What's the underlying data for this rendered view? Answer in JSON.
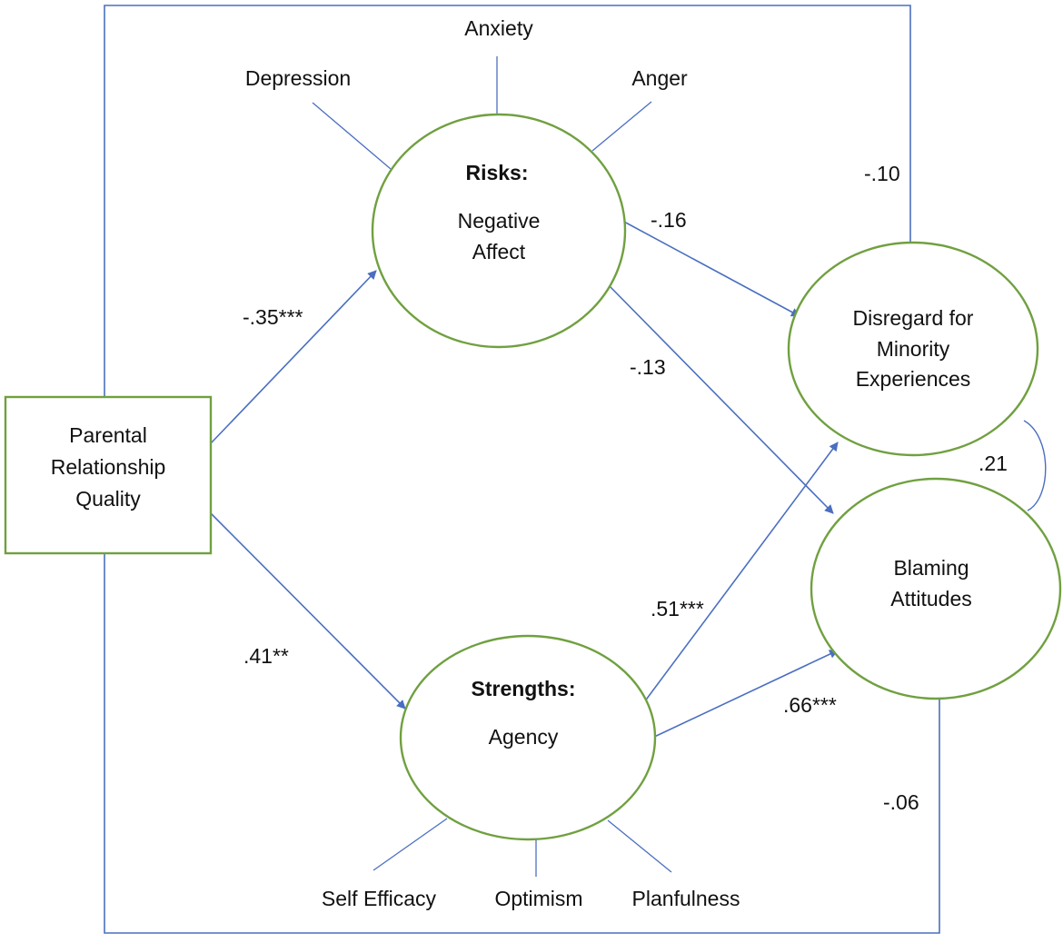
{
  "nodes": {
    "parental": {
      "lines": [
        "Parental",
        "Relationship",
        "Quality"
      ]
    },
    "risks": {
      "heading": "Risks:",
      "lines": [
        "Negative",
        "Affect"
      ]
    },
    "strengths": {
      "heading": "Strengths:",
      "lines": [
        "Agency"
      ]
    },
    "disregard": {
      "lines": [
        "Disregard for",
        "Minority",
        "Experiences"
      ]
    },
    "blaming": {
      "lines": [
        "Blaming",
        "Attitudes"
      ]
    }
  },
  "indicators": {
    "depression": "Depression",
    "anxiety": "Anxiety",
    "anger": "Anger",
    "self_efficacy": "Self Efficacy",
    "optimism": "Optimism",
    "planfulness": "Planfulness"
  },
  "paths": {
    "parental_to_risks": "-.35***",
    "parental_to_strengths": ".41**",
    "risks_to_disregard": "-.16",
    "risks_to_blaming": "-.13",
    "strengths_to_disregard": ".51***",
    "strengths_to_blaming": ".66***",
    "parental_to_disregard": "-.10",
    "parental_to_blaming": "-.06",
    "disregard_blaming_covariance": ".21"
  },
  "colors": {
    "node_stroke": "#70a040",
    "arrow": "#4a6fc0",
    "indicator_line": "#4a6fc0",
    "text": "#111111"
  }
}
